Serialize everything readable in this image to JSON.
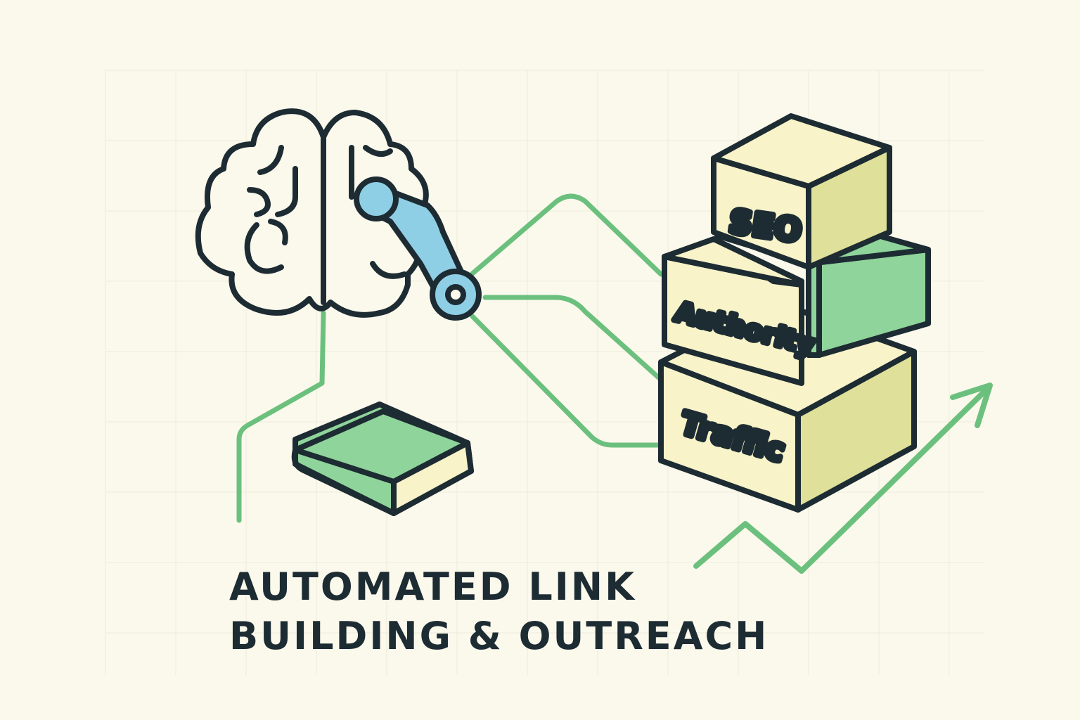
{
  "boxes": {
    "top_label": "SEO",
    "middle_label": "Authority",
    "bottom_label": "Traffic"
  },
  "title": {
    "line1": "AUTOMATED LINK",
    "line2": "BUILDING & OUTREACH"
  },
  "colors": {
    "background": "#fbf9ec",
    "outline": "#1d2b33",
    "green": "#6cc07e",
    "light_green": "#8fd49a",
    "cream": "#f8f3c8",
    "olive_side": "#dfe09a",
    "blue": "#8fcfe6"
  },
  "icons": [
    "brain-icon",
    "robotic-arm-icon",
    "book-icon",
    "stacked-boxes-icon",
    "growth-arrow-icon"
  ]
}
